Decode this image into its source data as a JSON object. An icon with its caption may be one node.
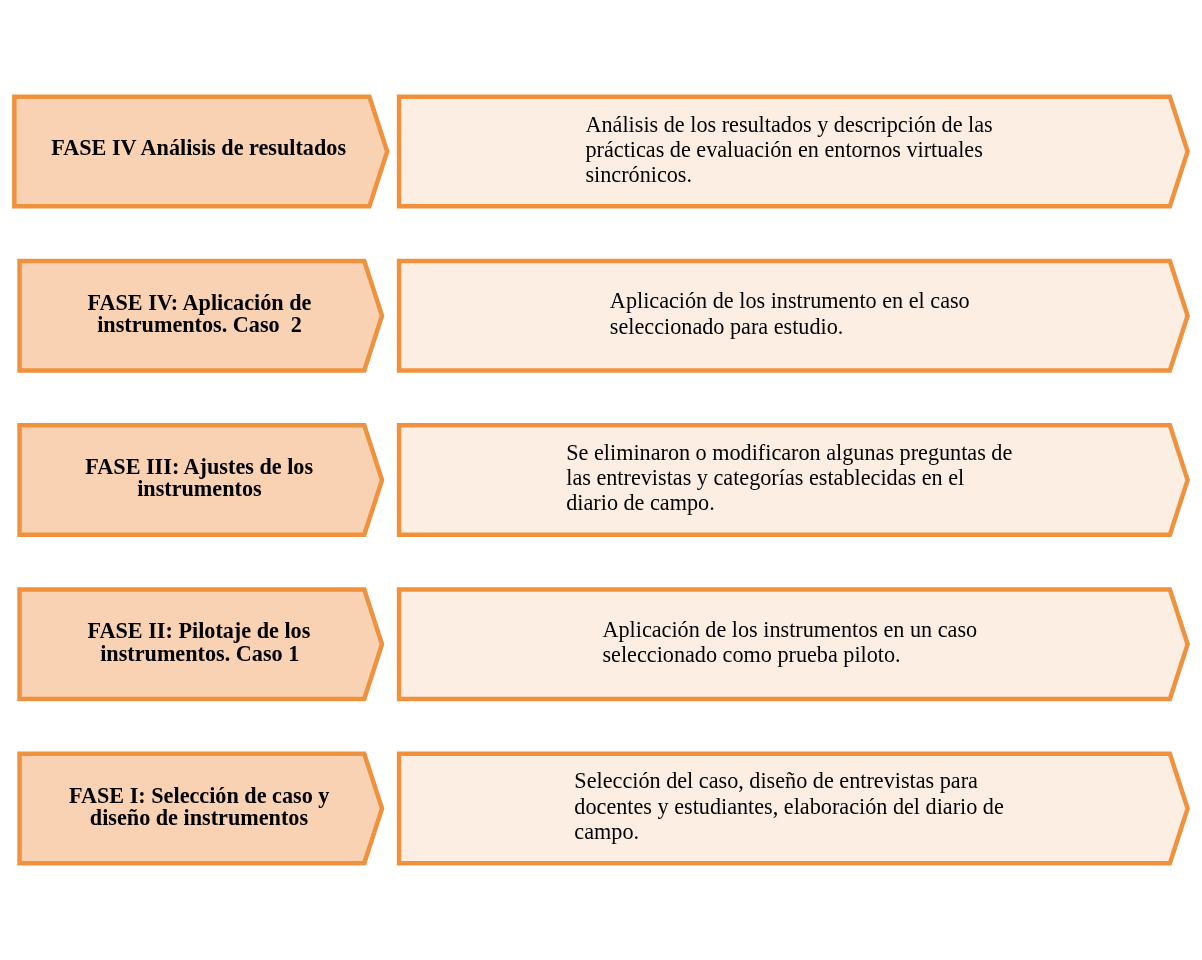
{
  "diagram": {
    "nodes": [
      {
        "text": [
          "FASE I: Selección de caso y diseño de instrumentos"
        ]
      },
      {
        "text": [
          "Selección del caso, diseño de entrevistas para docentes y estudiantes, elaboración del diario de campo."
        ]
      },
      {
        "text": [
          "FASE II: Pilotaje de los instrumentos. Caso 1"
        ]
      },
      {
        "text": [
          "Aplicación de los instrumentos en un caso seleccionado como prueba piloto."
        ]
      },
      {
        "text": [
          "FASE III: Ajustes de los instrumentos"
        ]
      },
      {
        "text": [
          "Se eliminaron o modificaron algunas preguntas de las entrevistas y categorías establecidas en el diario de campo."
        ]
      },
      {
        "text": [
          "FASE IV: Aplicación de instrumentos. Caso  2"
        ]
      },
      {
        "text": [
          "Aplicación de los instrumento en el caso seleccionado para estudio."
        ]
      },
      {
        "text": [
          "FASE IV Análisis de resultados"
        ]
      },
      {
        "text": [
          "Análisis de los resultados y descripción de las prácticas de evaluación en entornos virtuales sincrónicos."
        ]
      }
    ]
  }
}
